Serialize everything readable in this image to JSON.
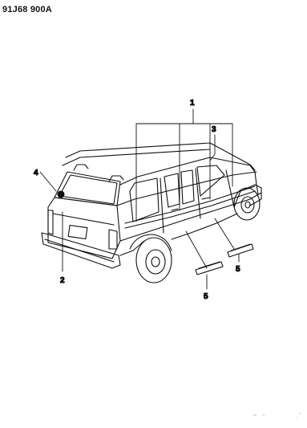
{
  "diagram": {
    "code": "91J68 900A",
    "callouts": {
      "c1": "1",
      "c2": "2",
      "c3": "3",
      "c4": "4",
      "c5a": "5",
      "c5b": "5"
    }
  }
}
